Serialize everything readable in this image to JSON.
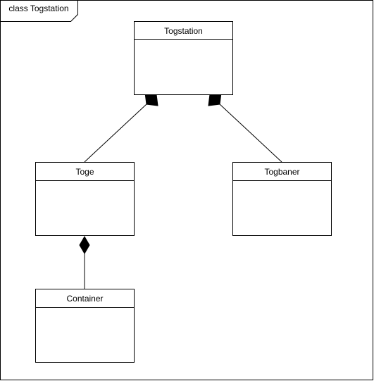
{
  "frame": {
    "title": "class Togstation"
  },
  "classes": [
    {
      "id": "togstation",
      "name": "Togstation"
    },
    {
      "id": "toge",
      "name": "Toge"
    },
    {
      "id": "togbaner",
      "name": "Togbaner"
    },
    {
      "id": "container",
      "name": "Container"
    }
  ],
  "relations": [
    {
      "type": "composition",
      "whole": "togstation",
      "part": "toge"
    },
    {
      "type": "composition",
      "whole": "togstation",
      "part": "togbaner"
    },
    {
      "type": "composition",
      "whole": "toge",
      "part": "container"
    }
  ],
  "colors": {
    "stroke": "#000000",
    "fill": "#ffffff",
    "text": "#000000"
  }
}
